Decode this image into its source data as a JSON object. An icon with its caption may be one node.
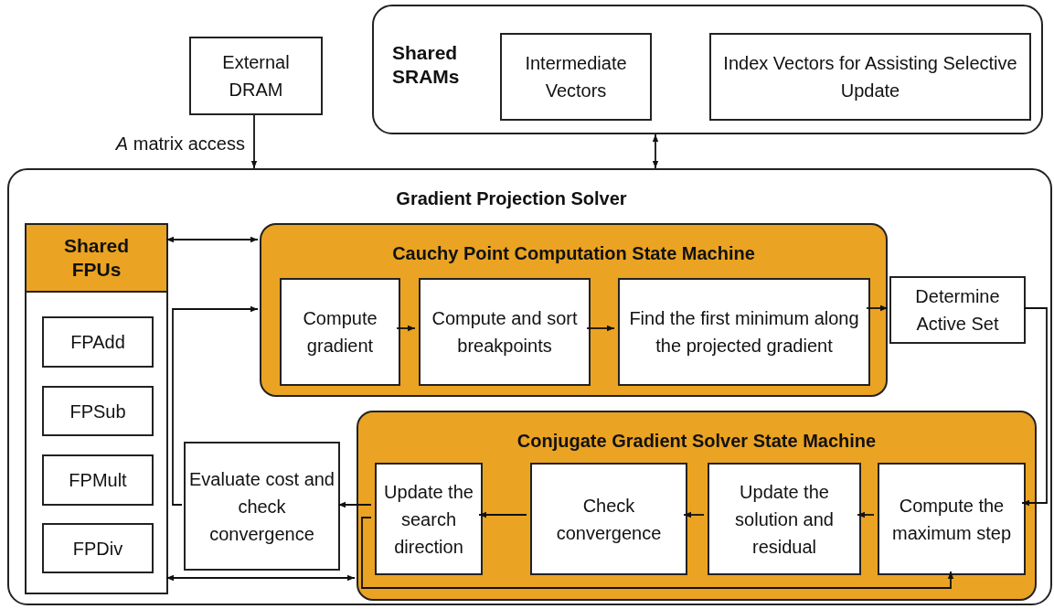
{
  "diagram": {
    "nodes": [
      {
        "text": [
          "External DRAM"
        ]
      },
      {
        "text": [
          "Shared SRAMs"
        ]
      },
      {
        "text": [
          "Intermediate Vectors"
        ],
        "in": 1
      },
      {
        "text": [
          "Index Vectors for Assisting Selective Update"
        ],
        "in": 1
      },
      {
        "text": [
          "Gradient Projection Solver"
        ]
      },
      {
        "text": [
          "Shared FPUs"
        ],
        "in": 4
      },
      {
        "text": [
          "FPAdd"
        ],
        "in": 5
      },
      {
        "text": [
          "FPSub"
        ],
        "in": 5
      },
      {
        "text": [
          "FPMult"
        ],
        "in": 5
      },
      {
        "text": [
          "FPDiv"
        ],
        "in": 5
      },
      {
        "text": [
          "Cauchy Point Computation State Machine"
        ],
        "in": 4
      },
      {
        "text": [
          "Compute gradient"
        ],
        "in": 10
      },
      {
        "text": [
          "Compute and sort breakpoints"
        ],
        "in": 10
      },
      {
        "text": [
          "Find the first minimum along the projected gradient"
        ],
        "in": 10
      },
      {
        "text": [
          "Determine Active Set"
        ],
        "in": 4
      },
      {
        "text": [
          "Conjugate Gradient Solver State Machine"
        ],
        "in": 4
      },
      {
        "text": [
          "Update the search direction"
        ],
        "in": 15
      },
      {
        "text": [
          "Check convergence"
        ],
        "in": 15
      },
      {
        "text": [
          "Update the solution and residual"
        ],
        "in": 15
      },
      {
        "text": [
          "Compute the maximum step"
        ],
        "in": 15
      },
      {
        "text": [
          "Evaluate cost and check convergence"
        ],
        "in": 4
      }
    ],
    "edges": [
      {
        "from": 0,
        "to": 4,
        "arrow": "to",
        "label": "*A* matrix access"
      },
      {
        "from": 1,
        "to": 4,
        "arrow": "both"
      },
      {
        "from": 5,
        "to": 10,
        "arrow": "both"
      },
      {
        "from": 20,
        "to": 10,
        "arrow": "to"
      },
      {
        "from": 11,
        "to": 12,
        "arrow": "to"
      },
      {
        "from": 12,
        "to": 13,
        "arrow": "to"
      },
      {
        "from": 13,
        "to": 14,
        "arrow": "to"
      },
      {
        "from": 14,
        "to": 19,
        "arrow": "to"
      },
      {
        "from": 19,
        "to": 18,
        "arrow": "to"
      },
      {
        "from": 18,
        "to": 17,
        "arrow": "to"
      },
      {
        "from": 17,
        "to": 16,
        "arrow": "to"
      },
      {
        "from": 16,
        "to": 20,
        "arrow": "to"
      },
      {
        "from": 5,
        "to": 15,
        "arrow": "both"
      },
      {
        "from": 16,
        "to": 19,
        "arrow": "to"
      }
    ]
  }
}
